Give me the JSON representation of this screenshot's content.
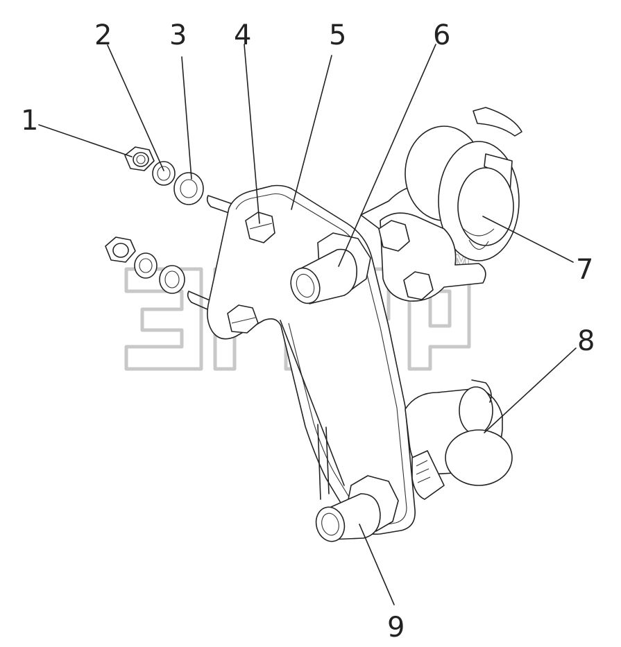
{
  "diagram": {
    "callouts": [
      {
        "id": "1",
        "label": "1"
      },
      {
        "id": "2",
        "label": "2"
      },
      {
        "id": "3",
        "label": "3"
      },
      {
        "id": "4",
        "label": "4"
      },
      {
        "id": "5",
        "label": "5"
      },
      {
        "id": "6",
        "label": "6"
      },
      {
        "id": "7",
        "label": "7"
      },
      {
        "id": "8",
        "label": "8"
      },
      {
        "id": "9",
        "label": "9"
      }
    ],
    "watermark": {
      "mark": "TM"
    }
  }
}
